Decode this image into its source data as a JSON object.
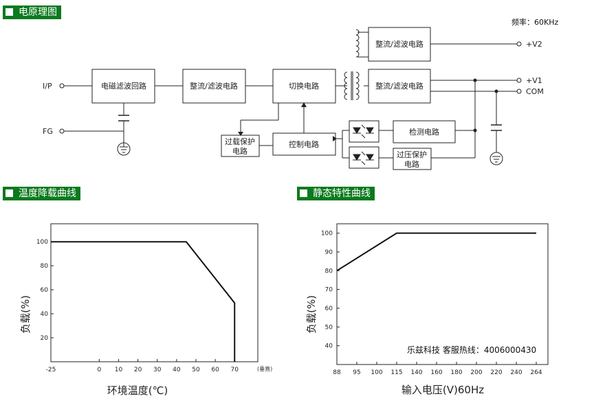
{
  "sections": {
    "schematic_title": "电原理图",
    "derating_title": "温度降载曲线",
    "static_title": "静态特性曲线"
  },
  "schematic": {
    "frequency": "频率：60KHz",
    "blocks": {
      "emi": "电磁滤波回路",
      "rect1": "整流/滤波电路",
      "switch": "切换电路",
      "rect_v2": "整流/滤波电路",
      "rect_v1": "整流/滤波电路",
      "detect": "检测电路",
      "control": "控制电路",
      "ovp_line1": "过载保护",
      "ovp_line2": "电路",
      "overvolt_line1": "过压保护",
      "overvolt_line2": "电路"
    },
    "terminals": {
      "ip": "I/P",
      "fg": "FG",
      "v2": "+V2",
      "v1": "+V1",
      "com": "COM"
    }
  },
  "chart_data": [
    {
      "type": "line",
      "title": "",
      "xlabel": "环境温度(℃)",
      "ylabel": "负载(%)",
      "x_ticks": [
        "-25",
        "0",
        "10",
        "20",
        "30",
        "40",
        "50",
        "60",
        "70"
      ],
      "x_extra_label": "(垂直)",
      "y_ticks": [
        "20",
        "40",
        "60",
        "80",
        "100"
      ],
      "xlim": [
        -25,
        82
      ],
      "ylim": [
        0,
        115
      ],
      "series": [
        {
          "values": [
            [
              -25,
              100
            ],
            [
              45,
              100
            ],
            [
              70,
              49
            ],
            [
              70,
              0
            ]
          ]
        }
      ],
      "grid": false
    },
    {
      "type": "line",
      "title": "",
      "xlabel": "输入电压(V)60Hz",
      "ylabel": "负载(%)",
      "x_ticks": [
        "88",
        "95",
        "100",
        "115",
        "140",
        "160",
        "180",
        "200",
        "220",
        "240",
        "264"
      ],
      "y_ticks": [
        "40",
        "50",
        "60",
        "70",
        "80",
        "90",
        "100"
      ],
      "ylim": [
        30,
        105
      ],
      "series": [
        {
          "values": [
            [
              "88",
              80
            ],
            [
              "115",
              100
            ],
            [
              "264",
              100
            ]
          ]
        }
      ],
      "annotation": "乐兹科技 客服热线：4006000430",
      "grid": false
    }
  ]
}
